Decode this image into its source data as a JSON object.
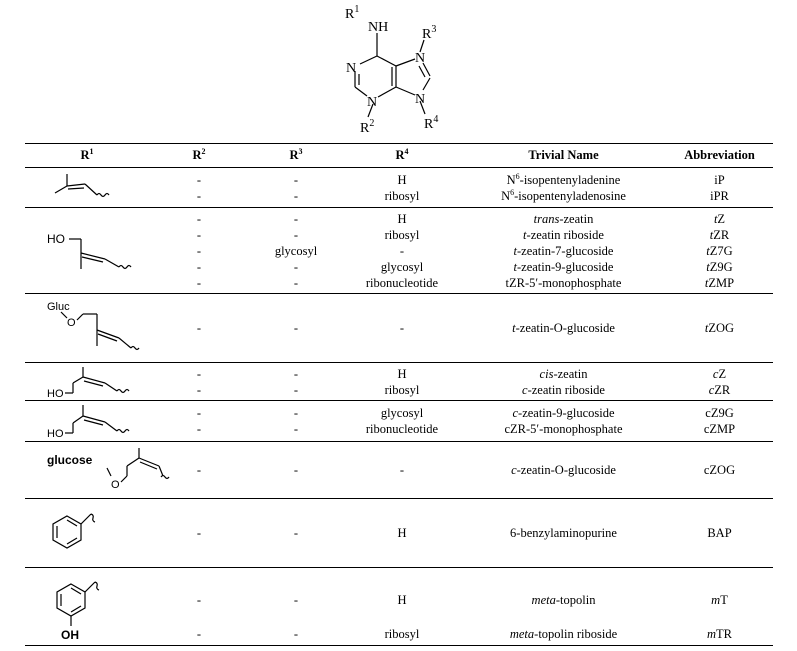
{
  "scaffold": {
    "n6_label": "N",
    "n6_h": "H",
    "r_label": "R",
    "sub1": "1",
    "sub2": "2",
    "sub3": "3",
    "sub4": "4",
    "n1": "N",
    "n3": "N",
    "n7": "N",
    "n9": "N"
  },
  "headers": {
    "r_letter": "R",
    "r1_sup": "1",
    "r2_sup": "2",
    "r3_sup": "3",
    "r4_sup": "4",
    "trivial_name": "Trivial Name",
    "abbreviation": "Abbreviation"
  },
  "structure_labels": {
    "ho": "HO",
    "gluc": "Gluc",
    "o": "O",
    "glucose": "glucose",
    "oh": "OH"
  },
  "groups": [
    {
      "r2": [
        "-",
        "-"
      ],
      "r3": [
        "-",
        "-"
      ],
      "r4": [
        "H",
        "ribosyl"
      ],
      "names": [
        {
          "pre": "N",
          "sup": "6",
          "italic": "",
          "post": "-isopentenyladenine"
        },
        {
          "pre": "N",
          "sup": "6",
          "italic": "",
          "post": "-isopentenyladenosine"
        }
      ],
      "abbr": [
        {
          "italic": "",
          "rest": "iP"
        },
        {
          "italic": "",
          "rest": "iPR"
        }
      ]
    },
    {
      "r2": [
        "-",
        "-",
        "-",
        "-",
        "-"
      ],
      "r3": [
        "-",
        "-",
        "glycosyl",
        "-",
        "-"
      ],
      "r4": [
        "H",
        "ribosyl",
        "-",
        "glycosyl",
        "ribonucleotide"
      ],
      "names": [
        {
          "pre": "",
          "sup": "",
          "italic": "trans",
          "post": "-zeatin"
        },
        {
          "pre": "",
          "sup": "",
          "italic": "t",
          "post": "-zeatin riboside"
        },
        {
          "pre": "",
          "sup": "",
          "italic": "t",
          "post": "-zeatin-7-glucoside"
        },
        {
          "pre": "",
          "sup": "",
          "italic": "t",
          "post": "-zeatin-9-glucoside"
        },
        {
          "pre": "",
          "sup": "",
          "italic": "",
          "post": "tZR-5′-monophosphate"
        }
      ],
      "abbr": [
        {
          "italic": "t",
          "rest": "Z"
        },
        {
          "italic": "t",
          "rest": "ZR"
        },
        {
          "italic": "t",
          "rest": "Z7G"
        },
        {
          "italic": "t",
          "rest": "Z9G"
        },
        {
          "italic": "t",
          "rest": "ZMP"
        }
      ]
    },
    {
      "r2": [
        "-"
      ],
      "r3": [
        "-"
      ],
      "r4": [
        "-"
      ],
      "names": [
        {
          "pre": "",
          "sup": "",
          "italic": "t",
          "post": "-zeatin-O-glucoside"
        }
      ],
      "abbr": [
        {
          "italic": "t",
          "rest": "ZOG"
        }
      ]
    },
    {
      "r2": [
        "-",
        "-"
      ],
      "r3": [
        "-",
        "-"
      ],
      "r4": [
        "H",
        "ribosyl"
      ],
      "names": [
        {
          "pre": "",
          "sup": "",
          "italic": "cis",
          "post": "-zeatin"
        },
        {
          "pre": "",
          "sup": "",
          "italic": "c",
          "post": "-zeatin riboside"
        }
      ],
      "abbr": [
        {
          "italic": "c",
          "rest": "Z"
        },
        {
          "italic": "c",
          "rest": "ZR"
        }
      ]
    },
    {
      "r2": [
        "-",
        "-"
      ],
      "r3": [
        "-",
        "-"
      ],
      "r4": [
        "glycosyl",
        "ribonucleotide"
      ],
      "names": [
        {
          "pre": "",
          "sup": "",
          "italic": "c",
          "post": "-zeatin-9-glucoside"
        },
        {
          "pre": "",
          "sup": "",
          "italic": "",
          "post": "cZR-5′-monophosphate"
        }
      ],
      "abbr": [
        {
          "italic": "",
          "rest": "cZ9G"
        },
        {
          "italic": "",
          "rest": "cZMP"
        }
      ]
    },
    {
      "r2": [
        "-"
      ],
      "r3": [
        "-"
      ],
      "r4": [
        "-"
      ],
      "names": [
        {
          "pre": "",
          "sup": "",
          "italic": "c",
          "post": "-zeatin-O-glucoside"
        }
      ],
      "abbr": [
        {
          "italic": "",
          "rest": "cZOG"
        }
      ]
    },
    {
      "r2": [
        "-"
      ],
      "r3": [
        "-"
      ],
      "r4": [
        "H"
      ],
      "names": [
        {
          "pre": "",
          "sup": "",
          "italic": "",
          "post": "6-benzylaminopurine"
        }
      ],
      "abbr": [
        {
          "italic": "",
          "rest": "BAP"
        }
      ]
    },
    {
      "r2": [
        "-",
        "-"
      ],
      "r3": [
        "-",
        "-"
      ],
      "r4": [
        "H",
        "ribosyl"
      ],
      "names": [
        {
          "pre": "",
          "sup": "",
          "italic": "meta",
          "post": "-topolin"
        },
        {
          "pre": "",
          "sup": "",
          "italic": "meta",
          "post": "-topolin riboside"
        }
      ],
      "abbr": [
        {
          "italic": "m",
          "rest": "T"
        },
        {
          "italic": "m",
          "rest": "TR"
        }
      ]
    }
  ]
}
